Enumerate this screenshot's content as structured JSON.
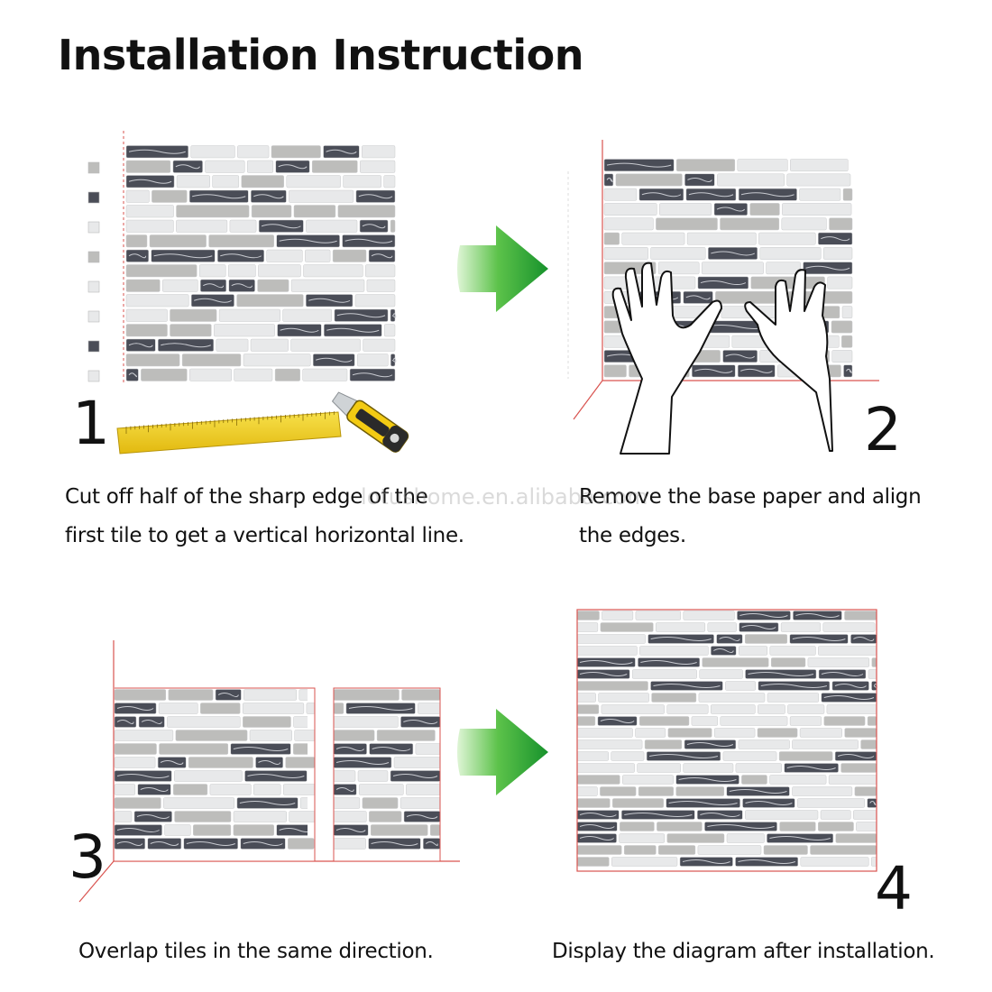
{
  "title": "Installation Instruction",
  "watermark": "lotushome.en.alibaba.com",
  "colors": {
    "tile_dark": "#4a4d57",
    "tile_gray": "#bdbdbb",
    "tile_light": "#e8e9ea",
    "grout": "#ffffff",
    "red_line": "#d9534f",
    "arrow_green": "#22a83a",
    "ruler_yellow": "#f1d21c"
  },
  "steps": [
    {
      "number": "1",
      "caption_line1": "Cut off half of the sharp edge of the",
      "caption_line2": "first tile to get a vertical horizontal line."
    },
    {
      "number": "2",
      "caption_line1": "Remove the base paper and align",
      "caption_line2": "the edges."
    },
    {
      "number": "3",
      "caption_line1": "Overlap tiles in the same direction.",
      "caption_line2": ""
    },
    {
      "number": "4",
      "caption_line1": "Display the diagram after installation.",
      "caption_line2": ""
    }
  ],
  "icons": [
    "right-arrow-icon",
    "ruler-icon",
    "utility-knife-icon",
    "hand-icon"
  ]
}
